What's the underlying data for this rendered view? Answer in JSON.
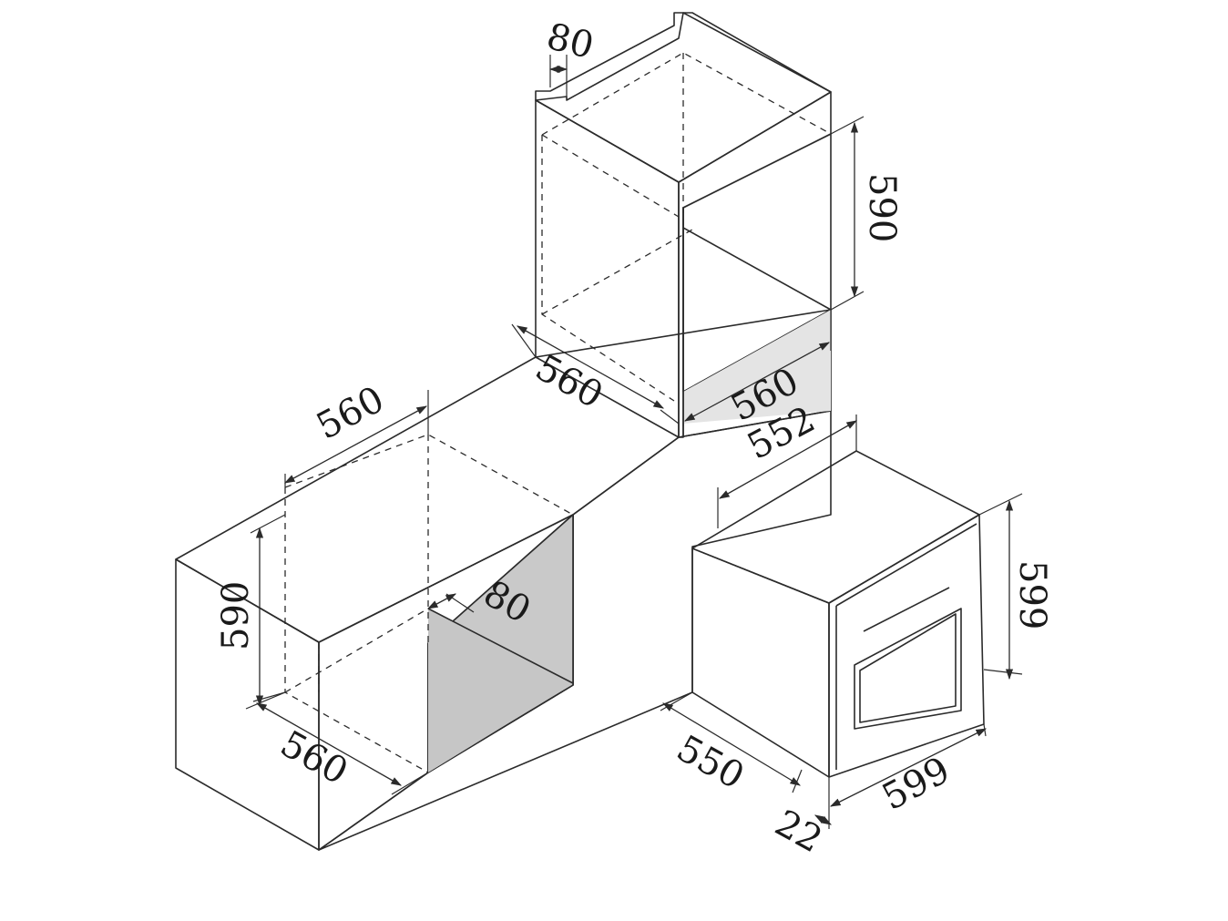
{
  "colors": {
    "background": "#ffffff",
    "line": "#2b2b2b",
    "face_light": "#e8e8e8",
    "face_mid": "#cfcfcf",
    "face_dark": "#a9a9a9",
    "face_white": "#ffffff",
    "oven_top": "#9c9c9c",
    "oven_side": "#dcdcdc"
  },
  "dimensions": {
    "tall_unit": {
      "vent_gap": "80",
      "niche_height": "590",
      "niche_depth": "560",
      "niche_width": "560"
    },
    "base_unit": {
      "niche_width": "560",
      "niche_height": "590",
      "niche_depth": "560",
      "vent_gap": "80"
    },
    "oven": {
      "body_width": "552",
      "front_height": "599",
      "body_depth": "550",
      "front_width": "599",
      "front_thickness": "22"
    }
  }
}
